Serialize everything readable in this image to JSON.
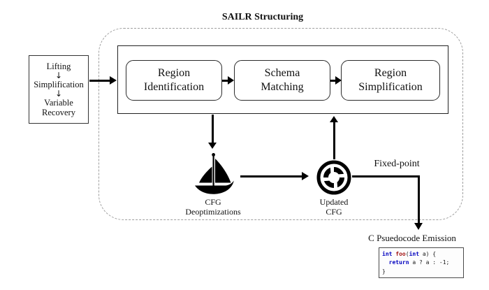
{
  "figure": {
    "title": "SAILR Structuring",
    "fixed_point_label": "Fixed-point"
  },
  "preprocessing": {
    "steps": [
      "Lifting",
      "Simplification",
      "Variable Recovery"
    ]
  },
  "pipeline": {
    "stages": [
      {
        "label": "Region Identification"
      },
      {
        "label": "Schema Matching"
      },
      {
        "label": "Region Simplification"
      }
    ]
  },
  "cfg_deoptimizations": {
    "line1": "CFG",
    "line2": "Deoptimizations"
  },
  "updated_cfg": {
    "line1": "Updated",
    "line2": "CFG"
  },
  "emission": {
    "heading": "C Psuedocode Emission",
    "code_lines": [
      [
        {
          "text": "int",
          "role": "keyword"
        },
        {
          "text": " ",
          "role": "plain"
        },
        {
          "text": "foo",
          "role": "function"
        },
        {
          "text": "(",
          "role": "plain"
        },
        {
          "text": "int",
          "role": "keyword"
        },
        {
          "text": " a) {",
          "role": "plain"
        }
      ],
      [
        {
          "text": "  ",
          "role": "plain"
        },
        {
          "text": "return",
          "role": "keyword"
        },
        {
          "text": " a ? a : -1;",
          "role": "plain"
        }
      ],
      [
        {
          "text": "}",
          "role": "plain"
        }
      ]
    ]
  },
  "icons": {
    "down_arrow": "↓",
    "sailboat": "sailboat",
    "cycle": "circular-arrows"
  },
  "colors": {
    "line": "#000000",
    "dashed_border": "#9e9e9e",
    "code_keyword": "#0000bf",
    "code_function": "#a31515",
    "code_plain": "#1a1a1a"
  }
}
